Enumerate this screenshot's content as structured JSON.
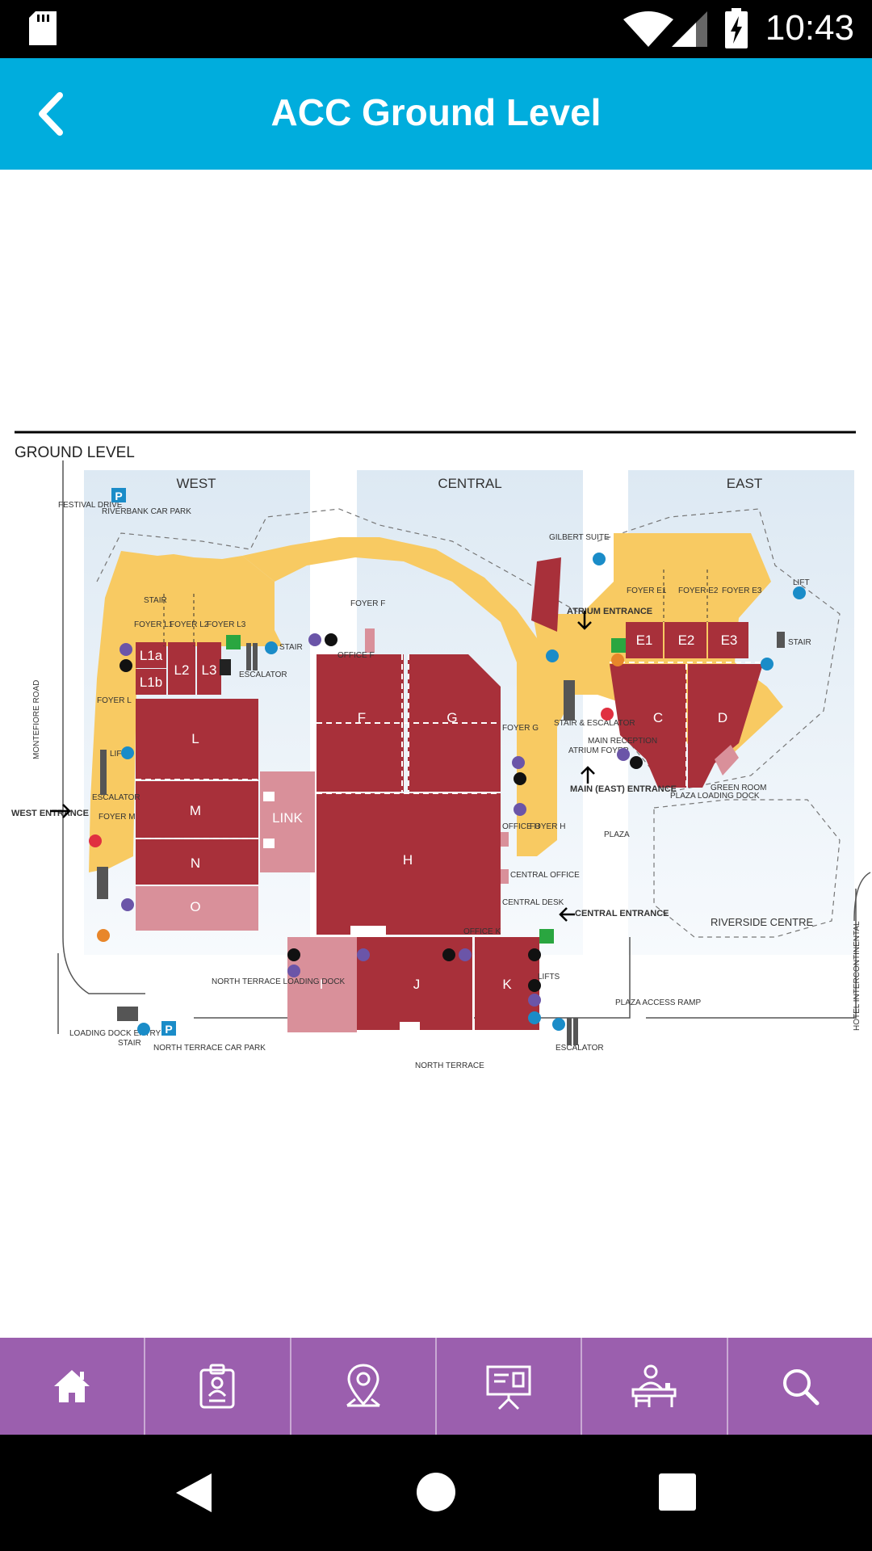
{
  "status_bar": {
    "time": "10:43"
  },
  "app_bar": {
    "title": "ACC Ground Level"
  },
  "map": {
    "heading": "GROUND LEVEL",
    "zones": {
      "west": "WEST",
      "central": "CENTRAL",
      "east": "EAST"
    },
    "rooms": [
      "L1a",
      "L1b",
      "L2",
      "L3",
      "L",
      "M",
      "N",
      "O",
      "LINK",
      "F",
      "G",
      "H",
      "I",
      "J",
      "K",
      "C",
      "D",
      "E1",
      "E2",
      "E3"
    ],
    "labels": {
      "festival_drive": "FESTIVAL DRIVE",
      "riverbank_car_park": "RIVERBANK CAR PARK",
      "gilbert_suite": "GILBERT SUITE",
      "atrium_entrance": "ATRIUM ENTRANCE",
      "main_east_entrance": "MAIN (EAST) ENTRANCE",
      "west_entrance": "WEST ENTRANCE",
      "central_entrance": "CENTRAL ENTRANCE",
      "riverside_centre": "RIVERSIDE CENTRE",
      "plaza": "PLAZA",
      "north_terrace": "NORTH TERRACE",
      "north_terrace_loading_dock": "NORTH TERRACE LOADING DOCK",
      "north_terrace_car_park": "NORTH TERRACE CAR PARK",
      "loading_dock_entry": "LOADING DOCK ENTRY",
      "montefiore_road": "MONTEFIORE ROAD",
      "hotel_intercontinental": "HOTEL INTERCONTINENTAL",
      "plaza_access_ramp": "PLAZA ACCESS RAMP",
      "plaza_loading_dock": "PLAZA LOADING DOCK",
      "green_room": "GREEN ROOM",
      "main_reception": "MAIN RECEPTION",
      "atrium_foyer": "ATRIUM FOYER",
      "central_office": "CENTRAL OFFICE",
      "central_desk": "CENTRAL DESK",
      "office_f": "OFFICE F",
      "office_k": "OFFICE K",
      "office_h": "OFFICE H",
      "foyer_f": "FOYER F",
      "foyer_l": "FOYER L",
      "foyer_m": "FOYER M",
      "foyer_h": "FOYER H",
      "foyer_g": "FOYER G",
      "foyer_l1": "FOYER L1",
      "foyer_l2": "FOYER L2",
      "foyer_l3": "FOYER L3",
      "foyer_e1": "FOYER E1",
      "foyer_e2": "FOYER E2",
      "foyer_e3": "FOYER E3",
      "escalator": "ESCALATOR",
      "stair": "STAIR",
      "lift": "LIFT",
      "lifts": "LIFTS",
      "stair_escalator": "STAIR & ESCALATOR",
      "parking": "P"
    }
  },
  "tabs": [
    {
      "name": "home",
      "icon": "home-icon"
    },
    {
      "name": "badge",
      "icon": "badge-icon"
    },
    {
      "name": "map",
      "icon": "map-pin-icon"
    },
    {
      "name": "presentation",
      "icon": "presentation-icon"
    },
    {
      "name": "reception",
      "icon": "reception-desk-icon"
    },
    {
      "name": "search",
      "icon": "search-icon"
    }
  ]
}
